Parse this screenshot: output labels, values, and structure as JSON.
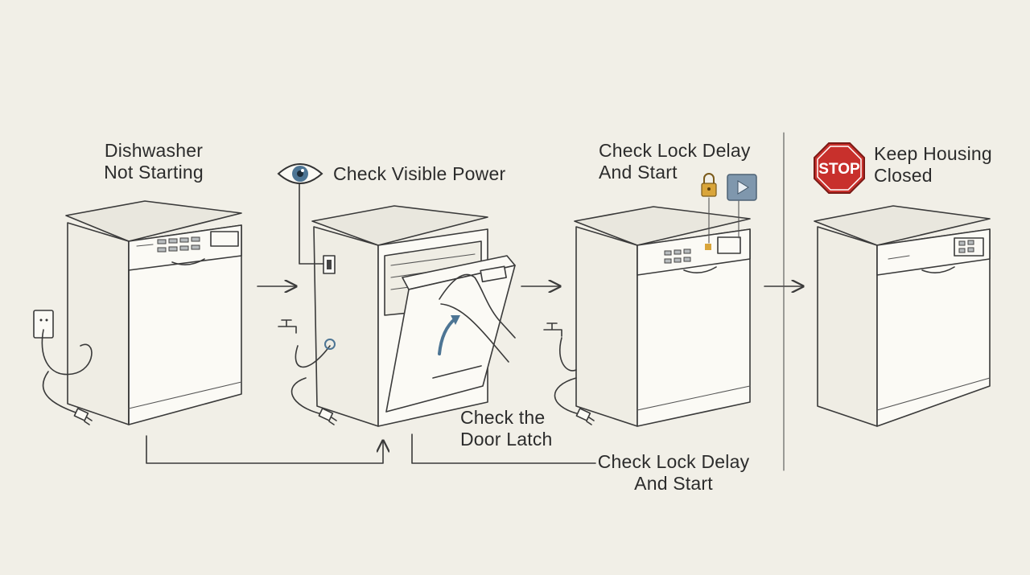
{
  "steps": [
    {
      "title_line1": "Dishwasher",
      "title_line2": "Not Starting"
    },
    {
      "title": "Check Visible Power",
      "icon": "eye-icon"
    },
    {
      "title_line1": "Check Lock Delay",
      "title_line2": "And Start",
      "icons": [
        "padlock-icon",
        "play-icon"
      ]
    },
    {
      "title_line1": "Keep Housing",
      "title_line2": "Closed",
      "icon": "stop-sign-icon",
      "icon_text": "STOP"
    }
  ],
  "annotations": {
    "door_latch_line1": "Check the",
    "door_latch_line2": "Door Latch",
    "bottom_line1": "Check Lock Delay",
    "bottom_line2": "And Start"
  },
  "colors": {
    "background": "#f1efe7",
    "stop_red": "#c8302c",
    "eye_blue": "#4d7594",
    "play_blue": "#7f97ad",
    "padlock_gold": "#d9a53a",
    "ink": "#3a3a3a"
  }
}
